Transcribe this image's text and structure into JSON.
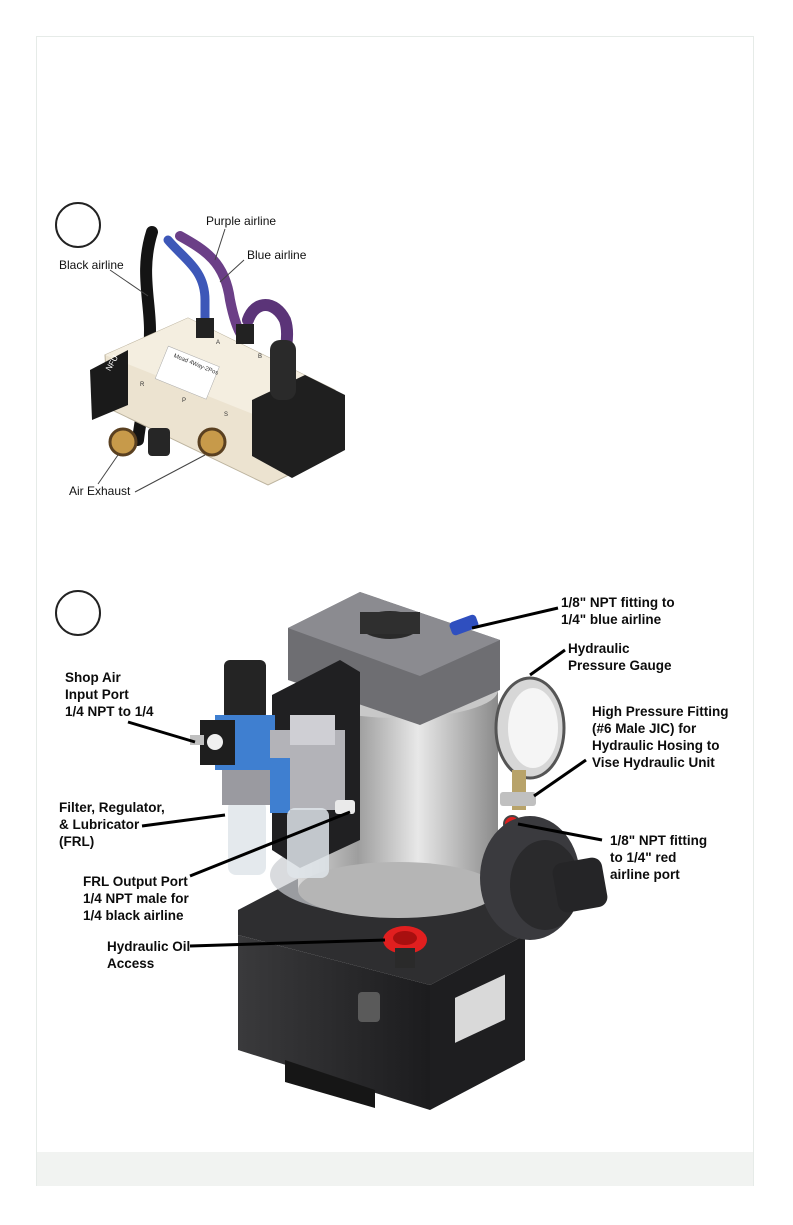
{
  "figure1": {
    "labels": {
      "purple_airline": "Purple airline",
      "blue_airline": "Blue airline",
      "black_airline": "Black airline",
      "air_exhaust": "Air Exhaust"
    },
    "valve_text": {
      "brand": "NFU",
      "model": "Mead 4Way-2Pos",
      "port_a": "A",
      "port_b": "B",
      "port_r": "R",
      "port_p": "P",
      "port_s": "S"
    }
  },
  "figure2": {
    "labels": {
      "npt_blue": "1/8\" NPT fitting to\n1/4\" blue airline",
      "pressure_gauge": "Hydraulic\nPressure Gauge",
      "shop_air": "Shop Air\nInput Port\n1/4 NPT to 1/4",
      "high_pressure": "High Pressure Fitting\n(#6 Male JIC) for\nHydraulic Hosing to\nVise Hydraulic Unit",
      "frl": "Filter, Regulator,\n& Lubricator\n(FRL)",
      "npt_red": "1/8\" NPT fitting\nto 1/4\" red\nairline port",
      "frl_output": "FRL Output Port\n1/4 NPT male for\n1/4 black airline",
      "oil_access": "Hydraulic Oil\nAccess"
    }
  },
  "colors": {
    "purple_line": "#6b3f87",
    "blue_line": "#3d57b8",
    "red_port": "#e01e1e",
    "frl_blue": "#3f7fd0",
    "valve_body": "#ede5d3",
    "tank": "#2b2b2d"
  }
}
